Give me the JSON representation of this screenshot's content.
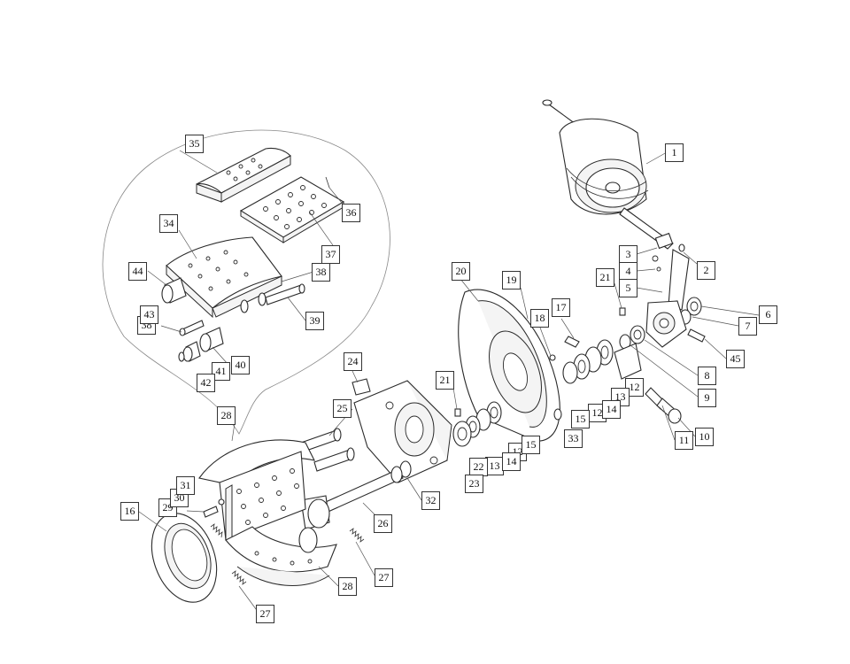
{
  "labels": [
    {
      "id": "l1",
      "text": "1"
    },
    {
      "id": "l2",
      "text": "2"
    },
    {
      "id": "l3",
      "text": "3"
    },
    {
      "id": "l4",
      "text": "4"
    },
    {
      "id": "l5",
      "text": "5"
    },
    {
      "id": "l6",
      "text": "6"
    },
    {
      "id": "l7",
      "text": "7"
    },
    {
      "id": "l8",
      "text": "8"
    },
    {
      "id": "l9",
      "text": "9"
    },
    {
      "id": "l10",
      "text": "10"
    },
    {
      "id": "l11",
      "text": "11"
    },
    {
      "id": "l12a",
      "text": "12"
    },
    {
      "id": "l12b",
      "text": "12"
    },
    {
      "id": "l12c",
      "text": "12"
    },
    {
      "id": "l13a",
      "text": "13"
    },
    {
      "id": "l13b",
      "text": "13"
    },
    {
      "id": "l14a",
      "text": "14"
    },
    {
      "id": "l14b",
      "text": "14"
    },
    {
      "id": "l15a",
      "text": "15"
    },
    {
      "id": "l15b",
      "text": "15"
    },
    {
      "id": "l16",
      "text": "16"
    },
    {
      "id": "l17",
      "text": "17"
    },
    {
      "id": "l18",
      "text": "18"
    },
    {
      "id": "l19",
      "text": "19"
    },
    {
      "id": "l20",
      "text": "20"
    },
    {
      "id": "l21a",
      "text": "21"
    },
    {
      "id": "l21b",
      "text": "21"
    },
    {
      "id": "l22",
      "text": "22"
    },
    {
      "id": "l23",
      "text": "23"
    },
    {
      "id": "l24",
      "text": "24"
    },
    {
      "id": "l25",
      "text": "25"
    },
    {
      "id": "l26",
      "text": "26"
    },
    {
      "id": "l27a",
      "text": "27"
    },
    {
      "id": "l27b",
      "text": "27"
    },
    {
      "id": "l28a",
      "text": "28"
    },
    {
      "id": "l28b",
      "text": "28"
    },
    {
      "id": "l29",
      "text": "29"
    },
    {
      "id": "l30",
      "text": "30"
    },
    {
      "id": "l31",
      "text": "31"
    },
    {
      "id": "l32",
      "text": "32"
    },
    {
      "id": "l33",
      "text": "33"
    },
    {
      "id": "l34",
      "text": "34"
    },
    {
      "id": "l35",
      "text": "35"
    },
    {
      "id": "l36",
      "text": "36"
    },
    {
      "id": "l37",
      "text": "37"
    },
    {
      "id": "l38a",
      "text": "38"
    },
    {
      "id": "l38b",
      "text": "38"
    },
    {
      "id": "l39",
      "text": "39"
    },
    {
      "id": "l40",
      "text": "40"
    },
    {
      "id": "l41",
      "text": "41"
    },
    {
      "id": "l42",
      "text": "42"
    },
    {
      "id": "l43",
      "text": "43"
    },
    {
      "id": "l44",
      "text": "44"
    },
    {
      "id": "l45",
      "text": "45"
    }
  ]
}
